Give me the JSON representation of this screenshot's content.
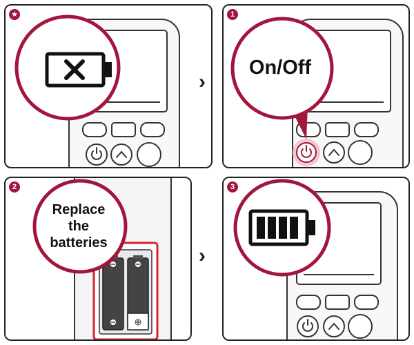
{
  "colors": {
    "accent": "#a3163c",
    "outline": "#222222",
    "highlight": "#f3c7cd",
    "battery_fill": "#444444",
    "tray_border": "#d9252f"
  },
  "panels": [
    {
      "badge": "★",
      "icon": "battery-empty-icon"
    },
    {
      "badge": "1",
      "callout": "On/Off"
    },
    {
      "badge": "2",
      "callout_lines": [
        "Replace",
        "the",
        "batteries"
      ]
    },
    {
      "badge": "3",
      "icon": "battery-full-icon"
    }
  ],
  "arrows": [
    "›",
    "›"
  ],
  "battery_level": 1.0
}
